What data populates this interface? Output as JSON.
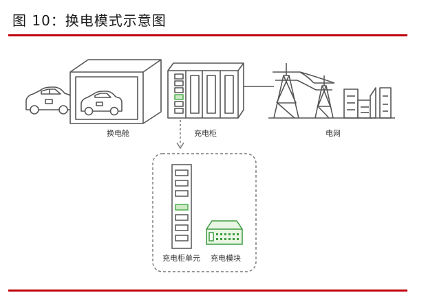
{
  "figure": {
    "title": "图 10：换电模式示意图"
  },
  "labels": {
    "swap_station": "换电舱",
    "charging_cabinet": "充电柜",
    "grid": "电网",
    "cabinet_unit": "充电柜单元",
    "charging_module": "充电模块"
  },
  "colors": {
    "accent_red": "#c0000c",
    "line_gray": "#555555",
    "module_green": "#4caf50"
  },
  "icons": [
    "car-icon",
    "swap-station-icon",
    "charging-cabinet-icon",
    "power-tower-icon",
    "city-buildings-icon",
    "cabinet-unit-icon",
    "charging-module-icon"
  ]
}
